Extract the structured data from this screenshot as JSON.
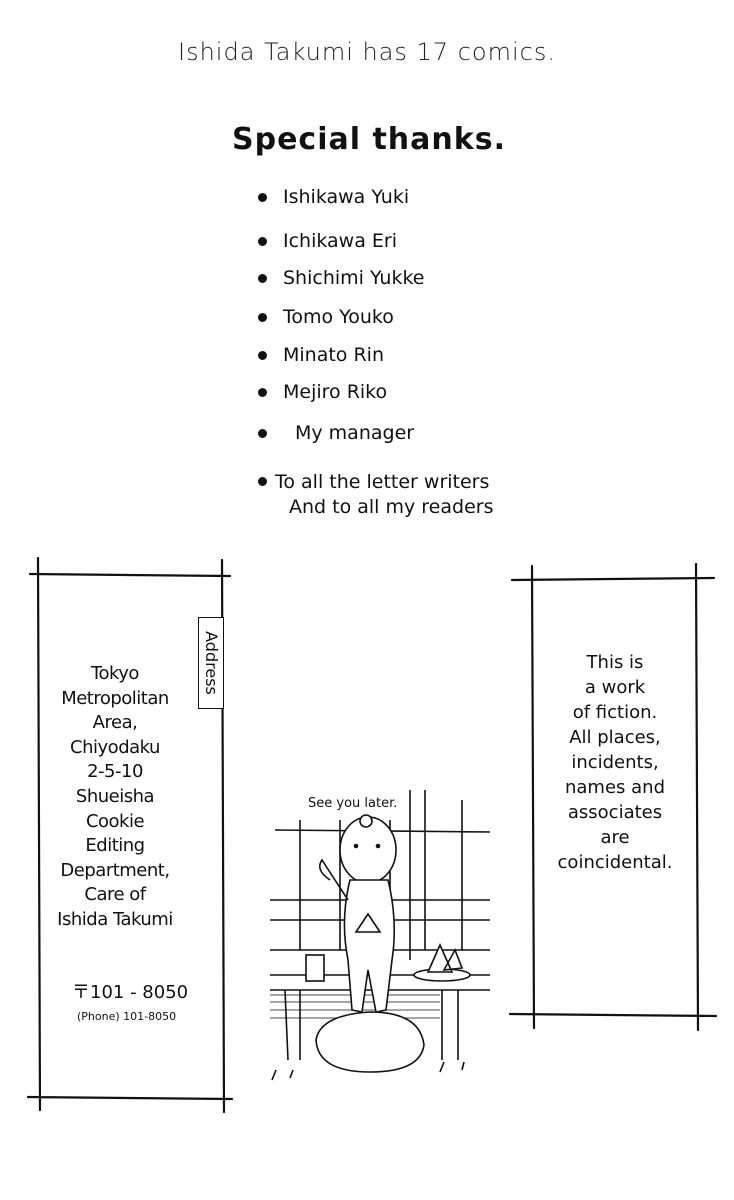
{
  "header": {
    "comic_count_text": "Ishida Takumi has 17 comics."
  },
  "special_thanks": {
    "title": "Special thanks.",
    "names": [
      "Ishikawa Yuki",
      "Ichikawa Eri",
      "Shichimi Yukke",
      "Tomo Youko",
      "Minato Rin",
      "Mejiro Riko",
      "My manager"
    ],
    "last_line_1": "To all the letter writers",
    "last_line_2": "And to all my readers"
  },
  "address_panel": {
    "tag": "Address",
    "lines": [
      "Tokyo",
      "Metropolitan",
      "Area,",
      "Chiyodaku",
      "2-5-10",
      "Shueisha",
      "Cookie",
      "Editing",
      "Department,",
      "Care of",
      "Ishida Takumi"
    ],
    "postal": "〒101 - 8050",
    "phone": "(Phone) 101-8050"
  },
  "illustration": {
    "caption": "See you later."
  },
  "fiction_panel": {
    "lines": [
      "This is",
      "a work",
      "of fiction.",
      "All places,",
      "incidents,",
      "names and",
      "associates",
      "are",
      "coincidental."
    ]
  }
}
